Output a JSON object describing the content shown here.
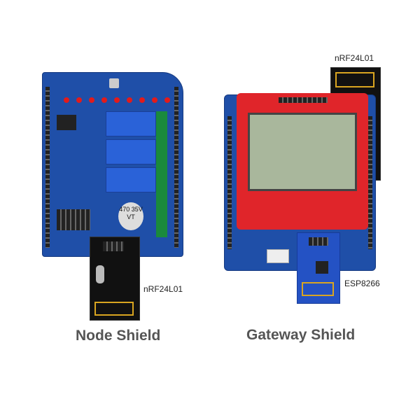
{
  "labels": {
    "node_title": "Node Shield",
    "gateway_title": "Gateway Shield",
    "node_radio": "nRF24L01",
    "gateway_radio": "nRF24L01",
    "wifi_module": "ESP8266",
    "capacitor": "470 35V VT"
  },
  "colors": {
    "pcb_blue": "#1f4fa8",
    "lcd_frame_red": "#e0252a",
    "lcd_screen": "#a9b79c",
    "relay_blue": "#2a62d8",
    "terminal_green": "#1a8a3c"
  }
}
